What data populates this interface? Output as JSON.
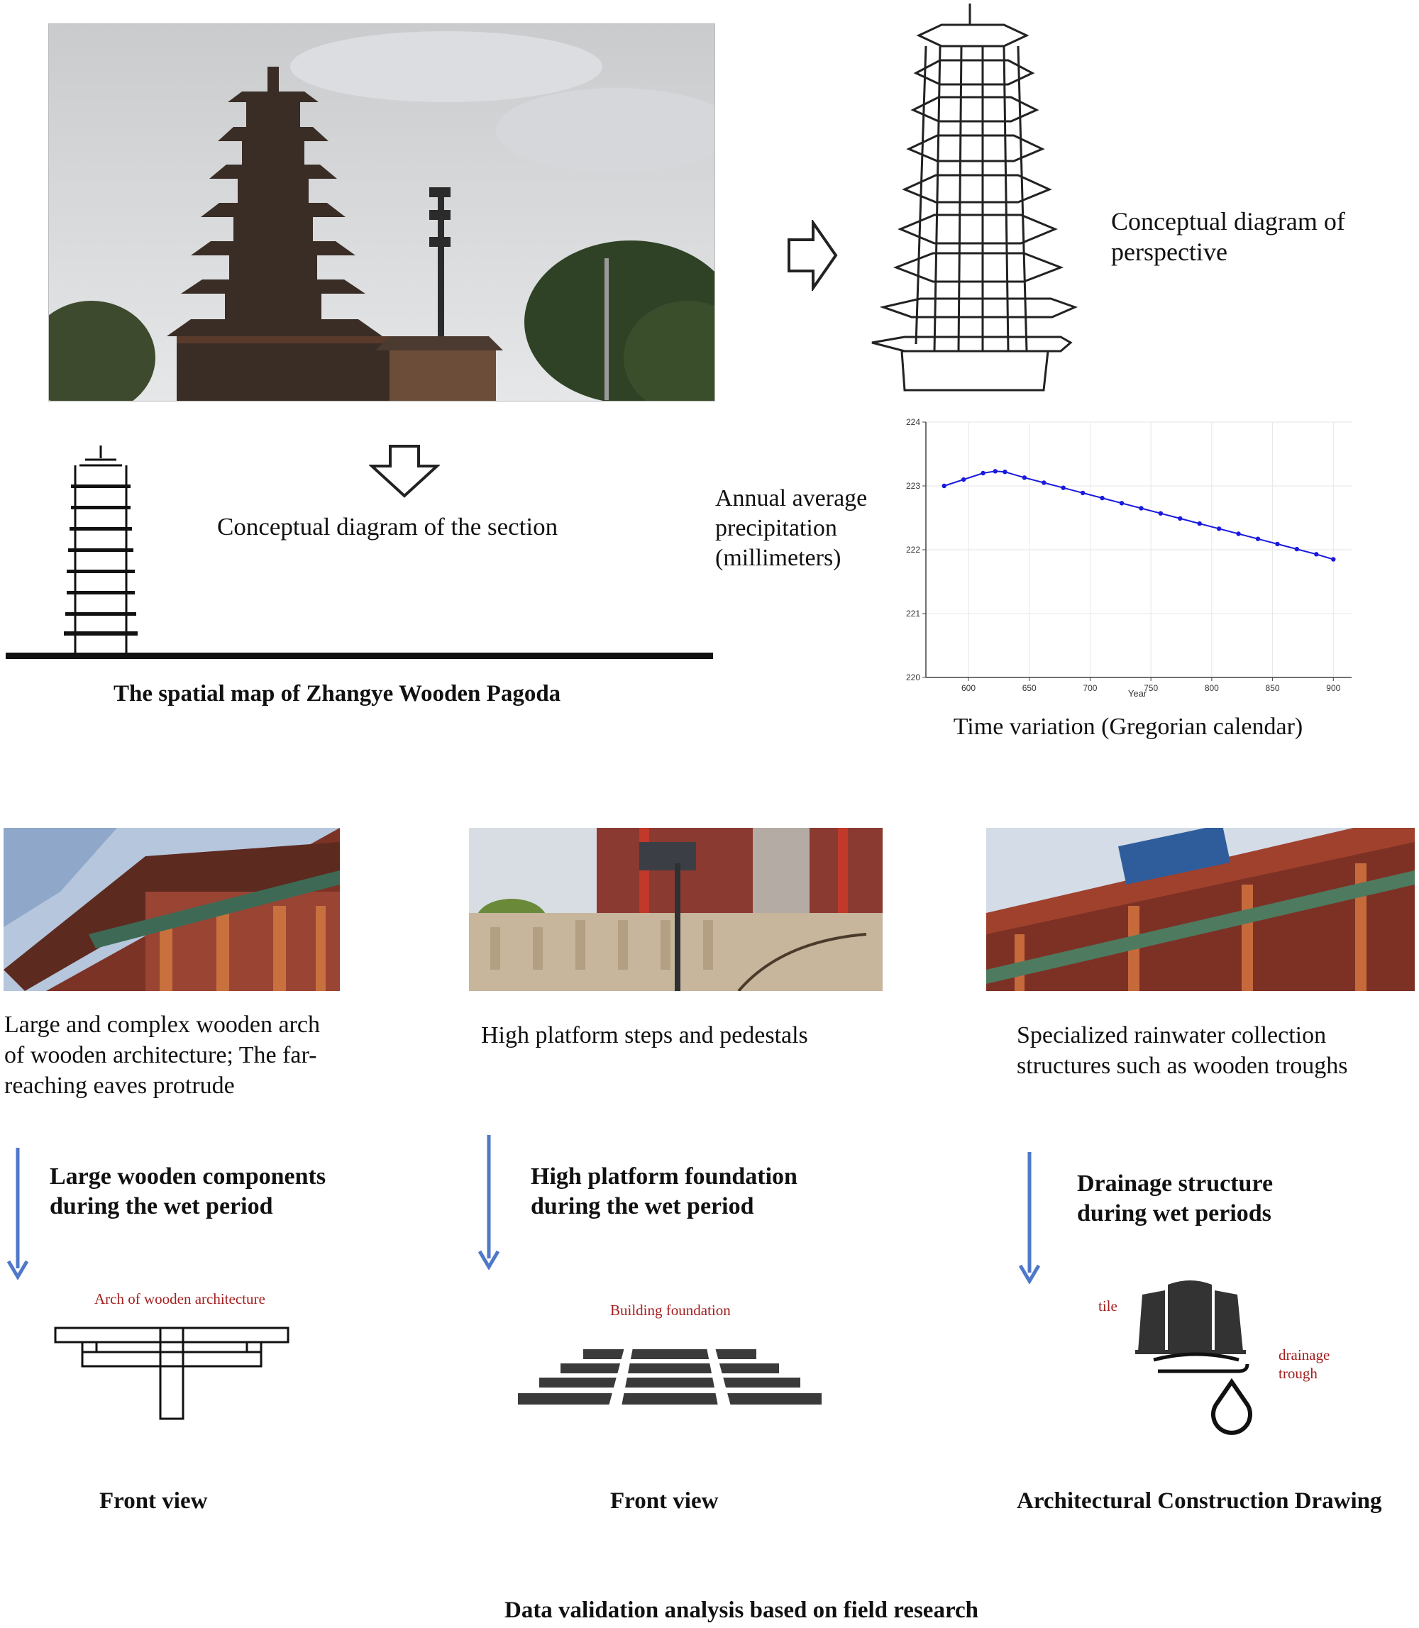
{
  "top": {
    "photo_label": "Zhangye Wooden Pagoda photograph",
    "perspective_caption": "Conceptual diagram of perspective",
    "section_caption": "Conceptual diagram of the section",
    "spatial_map_title": "The spatial map of Zhangye Wooden Pagoda"
  },
  "chart_labels": {
    "y_caption": "Annual average precipitation (millimeters)",
    "x_caption": "Time variation (Gregorian calendar)",
    "x_axis_name": "Year"
  },
  "chart_data": {
    "type": "line",
    "xlabel": "Year",
    "ylabel": "",
    "xlim": [
      565,
      915
    ],
    "ylim": [
      220,
      224
    ],
    "xticks": [
      600,
      650,
      700,
      750,
      800,
      850,
      900
    ],
    "yticks": [
      220,
      221,
      222,
      223,
      224
    ],
    "grid": true,
    "color": "#1a1adf",
    "x": [
      580,
      596,
      612,
      622,
      630,
      646,
      662,
      678,
      694,
      710,
      726,
      742,
      758,
      774,
      790,
      806,
      822,
      838,
      854,
      870,
      886,
      900
    ],
    "y": [
      223.0,
      223.1,
      223.2,
      223.23,
      223.22,
      223.13,
      223.05,
      222.97,
      222.89,
      222.81,
      222.73,
      222.65,
      222.57,
      222.49,
      222.41,
      222.33,
      222.25,
      222.17,
      222.09,
      222.01,
      221.93,
      221.85
    ]
  },
  "columns": [
    {
      "photo_caption": "Large and complex wooden arch of wooden architecture; The far-reaching eaves protrude",
      "heading": "Large wooden components during the wet period",
      "diagram_label": "Arch of wooden architecture",
      "view_caption": "Front view"
    },
    {
      "photo_caption": "High platform steps and pedestals",
      "heading": "High platform foundation during the wet period",
      "diagram_label": "Building foundation",
      "view_caption": "Front view"
    },
    {
      "photo_caption": "Specialized rainwater collection structures such as wooden troughs",
      "heading": "Drainage structure during wet periods",
      "diagram_label_tile": "tile",
      "diagram_label_trough": "drainage trough",
      "view_caption": "Architectural Construction Drawing"
    }
  ],
  "footer": {
    "title": "Data validation analysis based on field research"
  },
  "colors": {
    "arrow_blue": "#4f78c8",
    "label_red": "#a31f1f",
    "line_blue": "#1a1adf"
  }
}
